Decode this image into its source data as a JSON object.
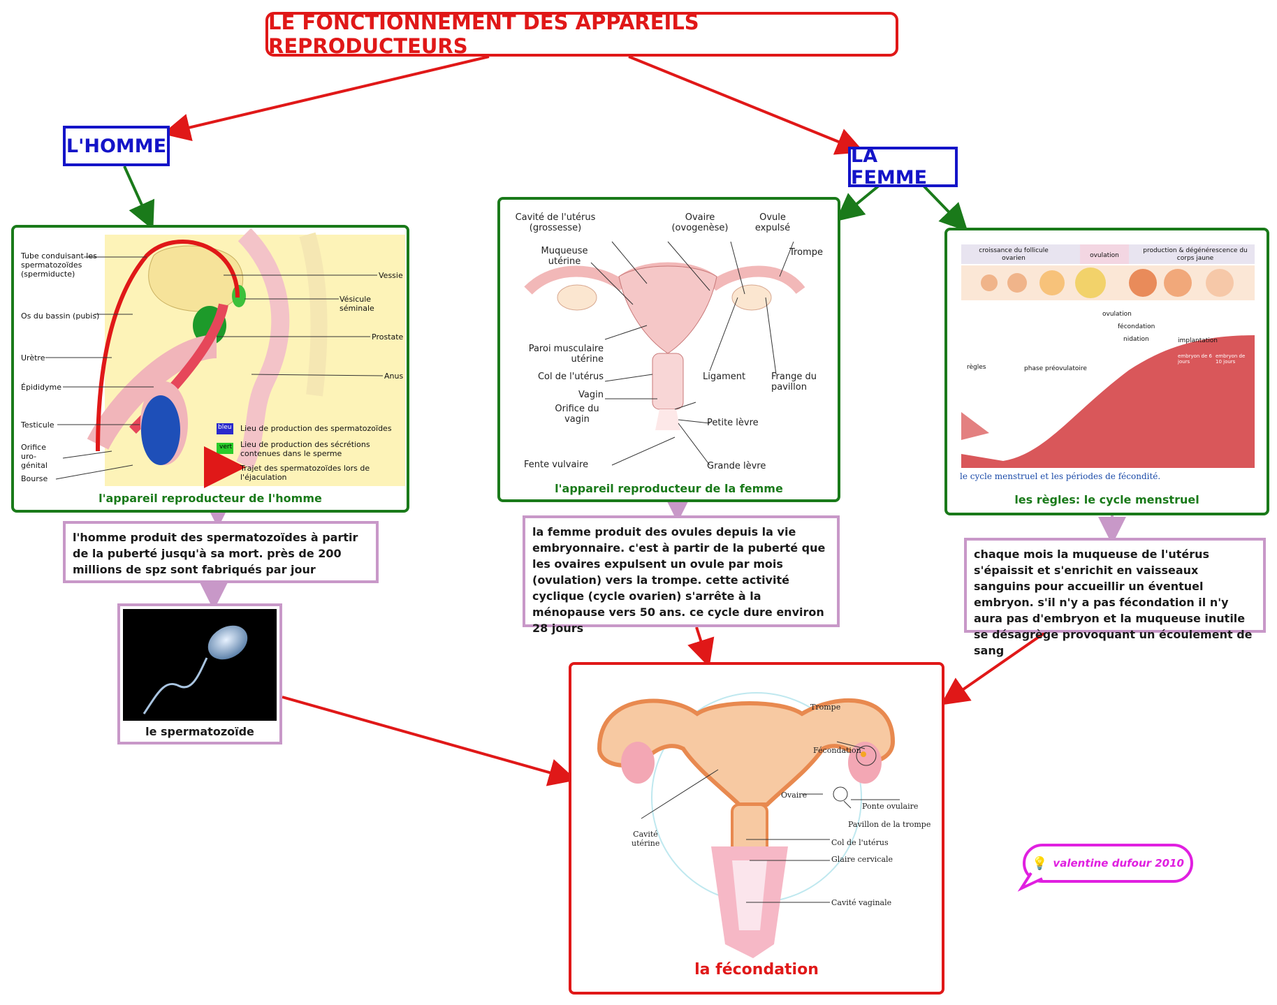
{
  "title": "LE FONCTIONNEMENT DES APPAREILS REPRODUCTEURS",
  "homme": {
    "label": "L'HOMME",
    "diagram_caption": "l'appareil reproducteur de l'homme",
    "labels": [
      "Tube conduisant les spermatozoïdes (spermiducte)",
      "Os du bassin (pubis)",
      "Urètre",
      "Épididyme",
      "Testicule",
      "Orifice uro-génital",
      "Bourse",
      "Vessie",
      "Vésicule séminale",
      "Prostate",
      "Anus"
    ],
    "legend": {
      "bleu_tag": "bleu",
      "bleu_text": "Lieu de production des spermatozoïdes",
      "vert_tag": "vert",
      "vert_text": "Lieu de production des sécrétions contenues dans le sperme",
      "fleche_text": "Trajet des spermatozoïdes lors de l'éjaculation"
    },
    "text": "l'homme produit des spermatozoïdes à partir de la puberté jusqu'à sa mort. près de 200 millions de spz sont fabriqués par jour",
    "sperm_caption": "le spermatozoïde"
  },
  "femme": {
    "label": "LA FEMME",
    "diagram_caption": "l'appareil reproducteur de la femme",
    "labels": [
      "Cavité de l'utérus (grossesse)",
      "Muqueuse utérine",
      "Ovaire (ovogenèse)",
      "Ovule expulsé",
      "Trompe",
      "Paroi musculaire utérine",
      "Col de l'utérus",
      "Vagin",
      "Orifice du vagin",
      "Fente vulvaire",
      "Ligament",
      "Frange du pavillon",
      "Petite lèvre",
      "Grande lèvre"
    ],
    "text": "la femme produit des ovules depuis la vie embryonnaire. c'est à partir de la puberté que les ovaires expulsent un ovule par mois (ovulation) vers la trompe. cette activité cyclique (cycle ovarien) s'arrête à la ménopause vers 50 ans. ce cycle dure environ 28 jours"
  },
  "cycle": {
    "caption": "les règles: le cycle menstruel",
    "header": [
      "croissance du follicule ovarien",
      "ovulation",
      "production & dégénérescence du corps jaune"
    ],
    "labels": [
      "ovulation",
      "fécondation",
      "nidation",
      "implantation",
      "règles",
      "phase préovulatoire",
      "embryon de 6 jours",
      "embryon de 10 jours"
    ],
    "image_caption": "le cycle menstruel et les périodes de fécondité.",
    "text": "chaque mois la muqueuse de l'utérus s'épaissit et s'enrichit en vaisseaux sanguins pour accueillir un éventuel embryon. s'il n'y a pas fécondation il n'y aura pas d'embryon et la muqueuse inutile se désagrège provoquant un écoulement de sang"
  },
  "fecondation": {
    "caption": "la fécondation",
    "labels": [
      "Trompe",
      "Fécondation",
      "Ovaire",
      "Ponte ovulaire",
      "Pavillon de la trompe",
      "Cavité utérine",
      "Col de l'utérus",
      "Glaire cervicale",
      "Cavité vaginale"
    ]
  },
  "signature": "valentine dufour 2010",
  "colors": {
    "red": "#e01818",
    "blue": "#1414c8",
    "green": "#1a7a1a",
    "purple": "#c898c8",
    "magenta": "#e020e0"
  }
}
